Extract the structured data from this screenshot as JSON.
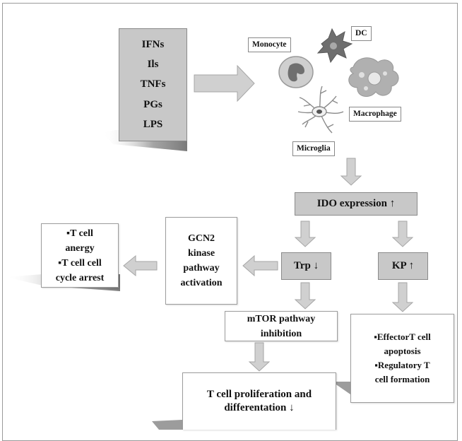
{
  "mediators": [
    "IFNs",
    "Ils",
    "TNFs",
    "PGs",
    "LPS"
  ],
  "cells": {
    "monocyte": "Monocyte",
    "dc": "DC",
    "macrophage": "Macrophage",
    "microglia": "Microglia"
  },
  "ido": "IDO expression ↑",
  "trp": "Trp ↓",
  "kp": "KP ↑",
  "gcn2": [
    "GCN2",
    "kinase",
    "pathway",
    "activation"
  ],
  "tcell_outcomes": [
    "▪T cell",
    "anergy",
    "▪T cell cell",
    "cycle arrest"
  ],
  "mtor": [
    "mTOR pathway",
    "inhibition"
  ],
  "kp_outcomes": [
    "▪EffectorT cell",
    "apoptosis",
    "▪Regulatory T",
    "cell formation"
  ],
  "proliferation": [
    "T cell proliferation and",
    "differentation ↓"
  ],
  "colors": {
    "box_grey": "#c8c8c8",
    "arrow": "#d0d0d0",
    "cell_dark": "#777777",
    "cell_light": "#b0b0b0"
  }
}
